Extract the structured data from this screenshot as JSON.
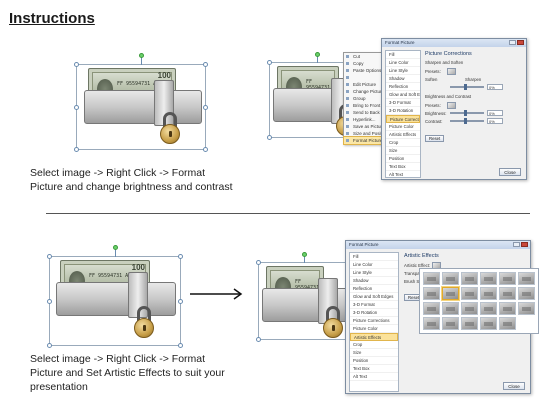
{
  "page": {
    "title": "Instructions",
    "step1": "Select image -> Right Click -> Format Picture and change brightness and contrast",
    "step2": "Select image -> Right Click -> Format Picture and Set Artistic Effects to suit your presentation"
  },
  "bill": {
    "serial": "FF 95594731 A",
    "denomination": "100"
  },
  "context_menu": {
    "items": [
      "Cut",
      "Copy",
      "Paste Options:",
      "",
      "Edit Picture",
      "Change Picture...",
      "Group",
      "Bring to Front",
      "Send to Back",
      "Hyperlink...",
      "Save as Picture...",
      "Size and Position...",
      "Format Picture..."
    ],
    "highlighted_index": 12
  },
  "dialog1": {
    "title": "Format Picture",
    "nav": [
      "Fill",
      "Line Color",
      "Line Style",
      "Shadow",
      "Reflection",
      "Glow and Soft Edges",
      "3-D Format",
      "3-D Rotation",
      "Picture Corrections",
      "Picture Color",
      "Artistic Effects",
      "Crop",
      "Size",
      "Position",
      "Text Box",
      "Alt Text"
    ],
    "selected_index": 8,
    "panel_title": "Picture Corrections",
    "sharpen_section": "Sharpen and Soften",
    "presets_label": "Presets:",
    "soften_label": "Soften",
    "sharpen_label": "Sharpen",
    "sharpen_value": "0%",
    "bc_section": "Brightness and Contrast",
    "brightness_label": "Brightness:",
    "brightness_value": "0%",
    "contrast_label": "Contrast:",
    "contrast_value": "0%",
    "reset_label": "Reset",
    "close_label": "Close"
  },
  "dialog2": {
    "title": "Format Picture",
    "nav": [
      "Fill",
      "Line Color",
      "Line Style",
      "Shadow",
      "Reflection",
      "Glow and Soft Edges",
      "3-D Format",
      "3-D Rotation",
      "Picture Corrections",
      "Picture Color",
      "Artistic Effects",
      "Crop",
      "Size",
      "Position",
      "Text Box",
      "Alt Text"
    ],
    "selected_index": 10,
    "panel_title": "Artistic Effects",
    "effect_label": "Artistic Effect:",
    "transparency_label": "Transparency:",
    "brush_label": "Brush Size:",
    "reset_label": "Reset",
    "close_label": "Close",
    "gallery_count": 23,
    "gallery_selected": 7
  }
}
